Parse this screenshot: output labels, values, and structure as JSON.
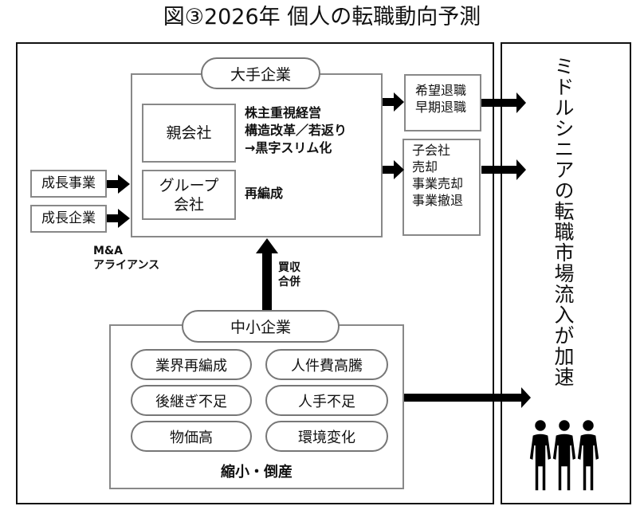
{
  "title": "図③2026年 個人の転職動向予測",
  "large_company": {
    "label": "大手企業",
    "parent": {
      "label": "親会社",
      "notes": [
        "株主重視経営",
        "構造改革／若返り",
        "→黒字スリム化"
      ]
    },
    "group": {
      "label_lines": [
        "グループ",
        "会社"
      ],
      "notes": [
        "再編成"
      ]
    }
  },
  "inputs": [
    {
      "label": "成長事業"
    },
    {
      "label": "成長企業"
    }
  ],
  "ma_label": [
    "M&A",
    "アライアンス"
  ],
  "outcomes": {
    "retirement": [
      "希望退職",
      "早期退職"
    ],
    "divestment": [
      "子会社",
      "売却",
      "事業売却",
      "事業撤退"
    ]
  },
  "acquisition_label": [
    "買収",
    "合併"
  ],
  "sme": {
    "label": "中小企業",
    "factors": [
      "業界再編成",
      "人件費高騰",
      "後継ぎ不足",
      "人手不足",
      "物価高",
      "環境変化"
    ],
    "result": "縮小・倒産"
  },
  "market": {
    "text": "ミドルシニアの転職市場流入が加速",
    "icon": "people-group-icon"
  }
}
